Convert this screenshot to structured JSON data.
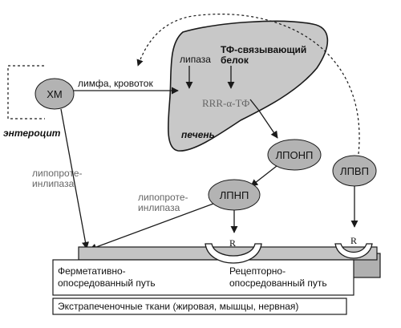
{
  "nodes": {
    "xm": "ХМ",
    "lponp": "ЛПОНП",
    "lpnp": "ЛПНП",
    "lpvp": "ЛПВП"
  },
  "labels": {
    "enterocyte": "энтероцит",
    "lymph": "лимфа, кровоток",
    "lipase": "липаза",
    "tf_binding_1": "ТФ-связывающий",
    "tf_binding_2": "белок",
    "rrr_tf": "RRR-α-ТФ",
    "liver": "печень",
    "lipoprotein_lipase_1a": "липопроте-",
    "lipoprotein_lipase_1b": "инлипаза",
    "lipoprotein_lipase_2a": "липопроте-",
    "lipoprotein_lipase_2b": "инлипаза",
    "receptor_1": "R",
    "receptor_2": "R",
    "enzymatic_1": "Ферметативно-",
    "enzymatic_2": "опосредованный путь",
    "receptor_path_1": "Рецепторно-",
    "receptor_path_2": "опосредованный путь",
    "extrahepatic": "Экстрапеченочные ткани (жировая, мышцы, нервная)"
  },
  "colors": {
    "node_fill": "#b3b3b3",
    "liver_fill": "#c8c8c8",
    "tissue_fill": "#c4c4c4",
    "stroke": "#1a1a1a"
  }
}
